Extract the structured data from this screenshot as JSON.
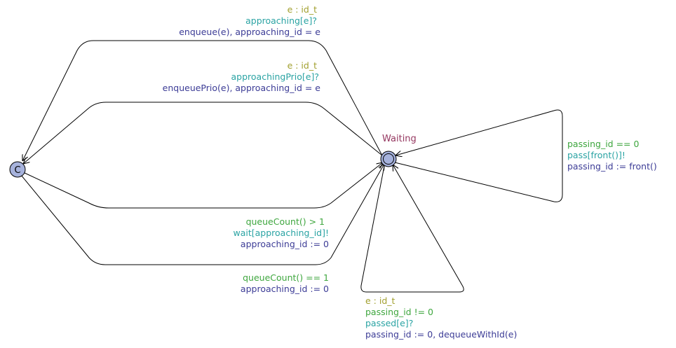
{
  "colors": {
    "select": "#a2a02f",
    "guard": "#3ea63e",
    "sync": "#2aa3a3",
    "update": "#3c3c96",
    "location_name": "#94365f",
    "location_fill": "#a6b2dc",
    "edge": "#000000"
  },
  "locations": {
    "committed": {
      "mark": "C"
    },
    "waiting": {
      "name": "Waiting"
    }
  },
  "edges": {
    "approach": {
      "select": "e : id_t",
      "sync": "approaching[e]?",
      "update": "enqueue(e), approaching_id = e"
    },
    "approach_prio": {
      "select": "e : id_t",
      "sync": "approachingPrio[e]?",
      "update": "enqueuePrio(e), approaching_id = e"
    },
    "pass": {
      "guard": "passing_id == 0",
      "sync": "pass[front()]!",
      "update": "passing_id := front()"
    },
    "wait": {
      "guard": "queueCount() > 1",
      "sync": "wait[approaching_id]!",
      "update": "approaching_id := 0"
    },
    "single": {
      "guard": "queueCount() == 1",
      "update": "approaching_id := 0"
    },
    "passed": {
      "select": "e : id_t",
      "guard": "passing_id != 0",
      "sync": "passed[e]?",
      "update": "passing_id := 0, dequeueWithId(e)"
    }
  }
}
